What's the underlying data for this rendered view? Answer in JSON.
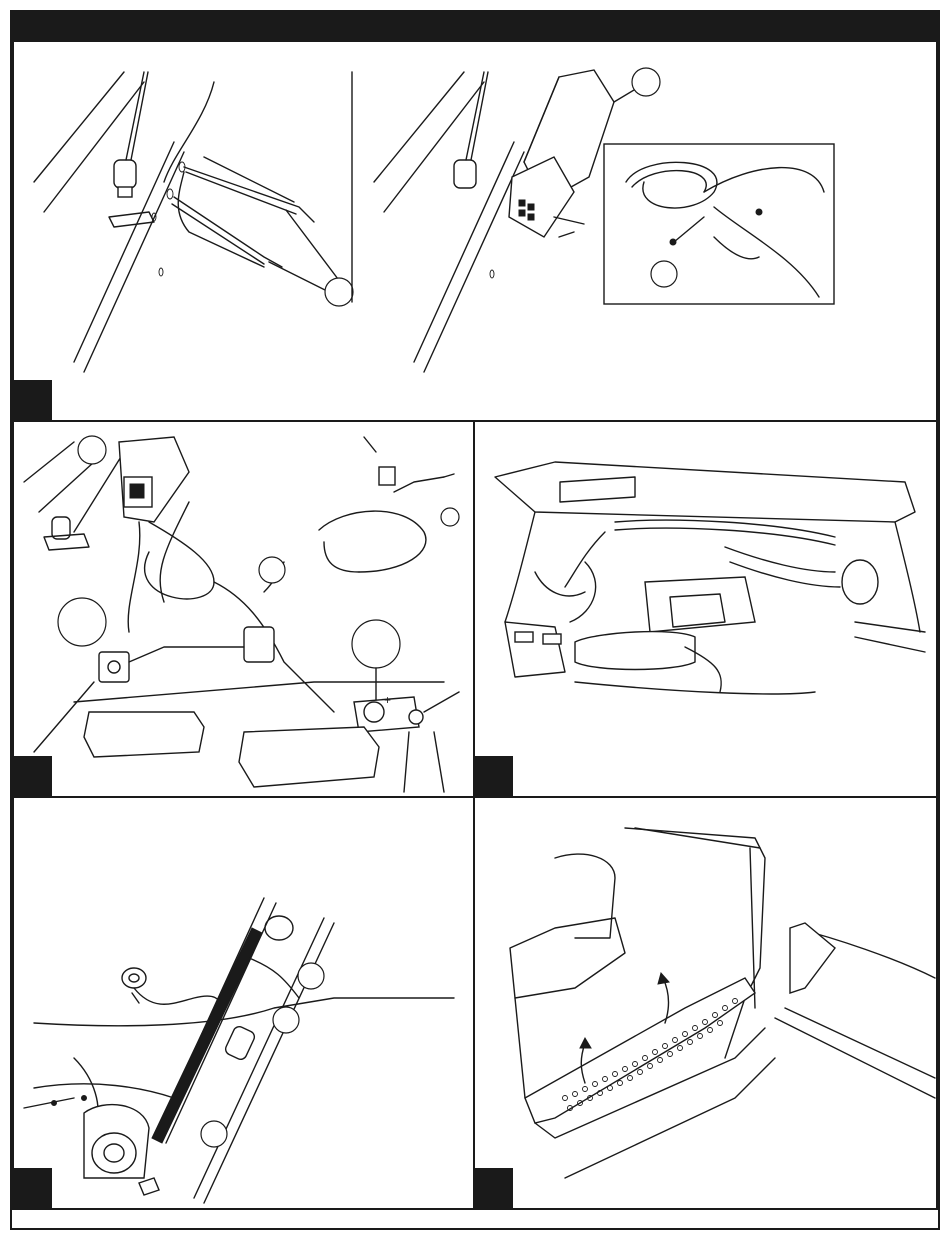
{
  "header": {
    "title": ""
  },
  "panels": [
    {
      "id": "panel-1",
      "step_label": ""
    },
    {
      "id": "panel-2",
      "step_label": ""
    },
    {
      "id": "panel-3",
      "step_label": ""
    },
    {
      "id": "panel-4",
      "step_label": ""
    },
    {
      "id": "panel-5",
      "step_label": ""
    }
  ],
  "annotations": {
    "battery_polarity_symbol": "+"
  },
  "colors": {
    "ink": "#1a1a1a",
    "paper": "#ffffff"
  }
}
